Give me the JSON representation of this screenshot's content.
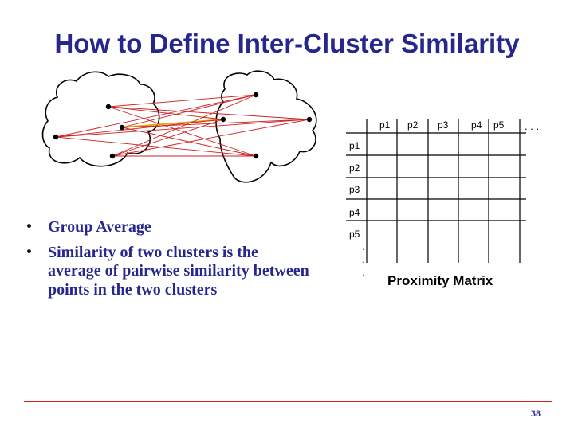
{
  "title": "How to Define Inter-Cluster Similarity",
  "matrix": {
    "col_headers": [
      "p1",
      "p2",
      "p3",
      "p4",
      "p5"
    ],
    "col_ellipsis": ". . .",
    "row_headers": [
      "p1",
      "p2",
      "p3",
      "p4",
      "p5"
    ],
    "row_ellipsis": ". . ."
  },
  "caption": "Proximity Matrix",
  "bullets": [
    "Group Average",
    "Similarity of two clusters is the average of pairwise similarity between points in the two clusters"
  ],
  "page_number": "38",
  "colors": {
    "title": "#26268f",
    "edges": "#cc2222",
    "highlight": "#e8a000",
    "footer_line": "#d42020"
  }
}
